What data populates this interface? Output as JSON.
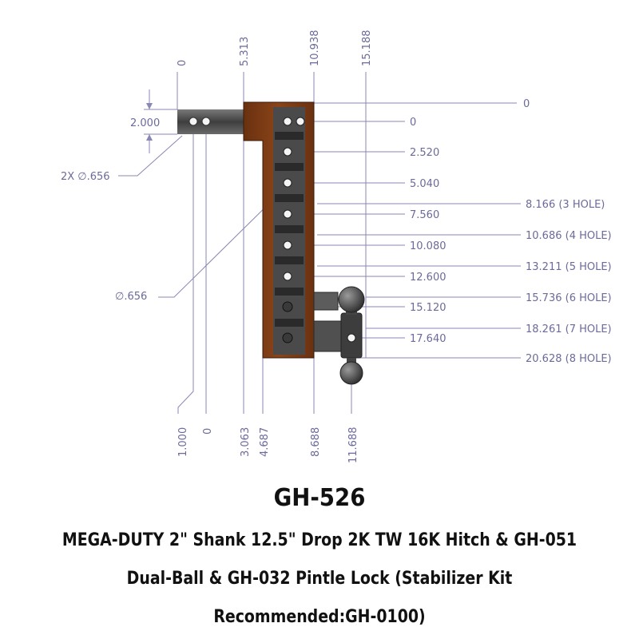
{
  "diagram": {
    "top_labels": [
      "0",
      "5.313",
      "10.938",
      "15.188"
    ],
    "bottom_labels": [
      "1.000",
      "0",
      "3.063",
      "4.687",
      "8.688",
      "11.688"
    ],
    "right_zero": "0",
    "hole_labels": [
      "0",
      "2.520",
      "5.040",
      "7.560",
      "10.080",
      "12.600",
      "15.120",
      "17.640"
    ],
    "hole_count_labels": [
      "8.166 (3 HOLE)",
      "10.686 (4 HOLE)",
      "13.211 (5 HOLE)",
      "15.736 (6 HOLE)",
      "18.261 (7 HOLE)",
      "20.628 (8 HOLE)"
    ],
    "shank_height": "2.000",
    "shank_holes": "2X ∅.656",
    "pin_hole": "∅.656",
    "colors": {
      "dimension": "#6b6a9a",
      "body": "#7a3a14",
      "steel": "#5a5a5a"
    }
  },
  "caption": {
    "model": "GH-526",
    "line1": "MEGA-DUTY 2\" Shank 12.5\" Drop 2K TW 16K Hitch & GH-051",
    "line2": "Dual-Ball & GH-032 Pintle Lock (Stabilizer Kit",
    "line3": "Recommended:GH-0100)"
  }
}
